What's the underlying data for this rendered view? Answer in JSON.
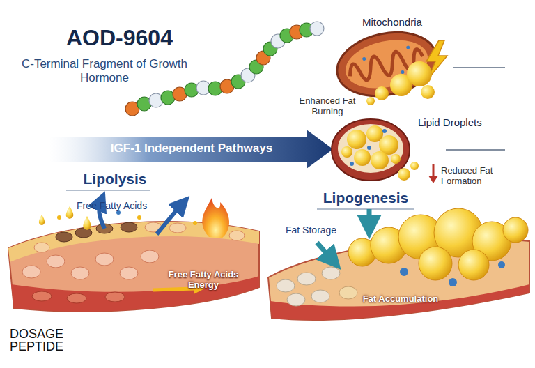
{
  "diagram": {
    "title": "AOD-9604",
    "nodes": [
      {
        "text": [
          "Mitochondria"
        ]
      },
      {
        "text": [
          "Lipid Droplets"
        ]
      },
      {
        "text": [
          "Lipolysis",
          "Free Fatty Acids",
          "Free Fatty Acids Energy"
        ]
      },
      {
        "text": [
          "Lipogenesis",
          "Fat Storage",
          "Fat Accumulation"
        ]
      }
    ],
    "labels": [
      "C-Terminal Fragment of Growth Hormone",
      "IGF-1 Independent Pathways",
      "Enhanced Fat Burning",
      "Reduced Fat Formation",
      "DOSAGE PEPTIDE"
    ]
  }
}
